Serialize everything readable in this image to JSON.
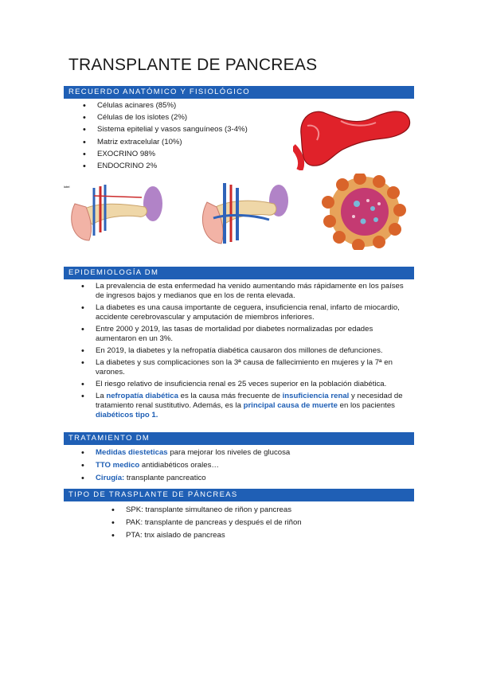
{
  "title": "TRANSPLANTE DE PANCREAS",
  "sections": [
    {
      "heading": "RECUERDO ANATÓMICO Y FISIOLÓGICO",
      "items": [
        "Células acinares (85%)",
        "Células de los islotes (2%)",
        "Sistema epitelial y vasos sanguíneos (3-4%)",
        "Matriz extracelular (10%)",
        "EXOCRINO 98%",
        "ENDOCRINO 2%"
      ]
    },
    {
      "heading": "EPIDEMIOLOGÍA DM",
      "items": [
        "La prevalencia de esta enfermedad ha venido aumentando más rápidamente en los países de ingresos bajos y medianos que en los de renta elevada.",
        "La diabetes es una causa importante de ceguera, insuficiencia renal, infarto de miocardio, accidente cerebrovascular y amputación de miembros inferiores.",
        "Entre 2000 y 2019, las tasas de mortalidad por diabetes normalizadas por edades aumentaron en un 3%.",
        "En 2019, la diabetes y la nefropatía diabética causaron dos millones de defunciones.",
        "La diabetes y sus complicaciones son la 3ª causa de fallecimiento en mujeres y la 7ª en varones.",
        "El riesgo relativo de insuficiencia renal es 25 veces superior en la población diabética."
      ],
      "last_item": {
        "p1": "La ",
        "h1": "nefropatía diabética",
        "p2": " es la causa más frecuente de ",
        "h2": "insuficiencia renal",
        "p3": " y necesidad de tratamiento renal sustitutivo. Además, es la ",
        "h3": "principal causa de muerte",
        "p4": " en los pacientes ",
        "h4": "diabéticos tipo 1."
      }
    },
    {
      "heading": "TRATAMIENTO DM",
      "items": [
        {
          "hl": "Medidas diesteticas",
          "rest": " para mejorar los niveles de glucosa"
        },
        {
          "hl": "TTO medico",
          "rest": " antidiabéticos orales…"
        },
        {
          "hl": "Cirugía:",
          "rest": " transplante pancreatico"
        }
      ]
    },
    {
      "heading": "TIPO DE TRASPLANTE DE PÁNCREAS",
      "items": [
        "SPK: transplante simultaneo de riñon y pancreas",
        "PAK: transplante de pancreas y después el de riñon",
        "PTA: tnx aislado de pancreas"
      ]
    }
  ],
  "colors": {
    "accent": "#1f5fb5",
    "pancreas": "#e0222a",
    "islet": "#d9642a"
  }
}
